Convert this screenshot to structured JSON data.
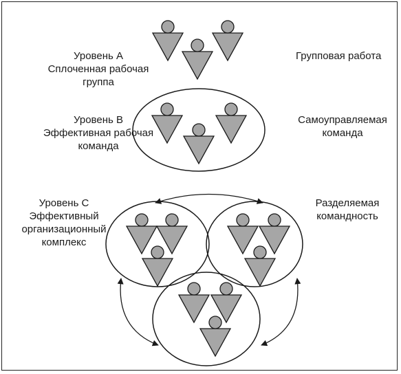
{
  "levels": {
    "a": {
      "title": "Уровень А",
      "line1": "Сплоченная рабочая",
      "line2": "группа",
      "right": "Групповая работа"
    },
    "b": {
      "title": "Уровень В",
      "line1": "Эффективная рабочая",
      "line2": "команда",
      "right1": "Самоуправляемая",
      "right2": "команда"
    },
    "c": {
      "title": "Уровень С",
      "line1": "Эффективный",
      "line2": "организационный",
      "line3": "комплекс",
      "right1": "Разделяемая",
      "right2": "командность"
    }
  },
  "colors": {
    "figure_fill": "#a6a6a6",
    "stroke": "#1a1a1a",
    "frame": "#222222"
  },
  "icons": {
    "figure": "person-triangle-icon"
  }
}
